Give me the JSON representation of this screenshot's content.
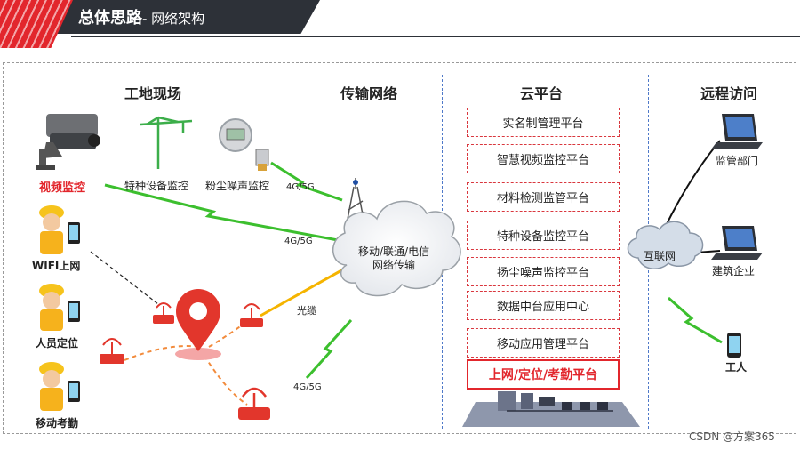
{
  "header": {
    "title": "总体思路",
    "subtitle": "- 网络架构"
  },
  "columns": {
    "site": "工地现场",
    "transport": "传输网络",
    "cloud": "云平台",
    "remote": "远程访问"
  },
  "site": {
    "video": "视频监控",
    "special": "特种设备监控",
    "dust": "粉尘噪声监控",
    "wifi": "WIFI上网",
    "locate": "人员定位",
    "attendance": "移动考勤"
  },
  "transport": {
    "link1": "4G/5G",
    "link2": "4G/5G",
    "fiber": "光缆",
    "link3": "4G/5G",
    "cloud": "移动/联通/电信\n网络传输"
  },
  "platforms": [
    "实名制管理平台",
    "智慧视频监控平台",
    "材料检测监管平台",
    "特种设备监控平台",
    "扬尘噪声监控平台",
    "数据中台应用中心",
    "移动应用管理平台",
    "上网/定位/考勤平台"
  ],
  "remote": {
    "internet": "互联网",
    "supervisor": "监管部门",
    "enterprise": "建筑企业",
    "worker": "工人"
  },
  "watermark": "CSDN @方案365",
  "colors": {
    "accent": "#e2262c",
    "dark": "#2d3138",
    "divider": "#4f79c9",
    "link": "#3cbf2e",
    "fiber": "#f5b400"
  }
}
